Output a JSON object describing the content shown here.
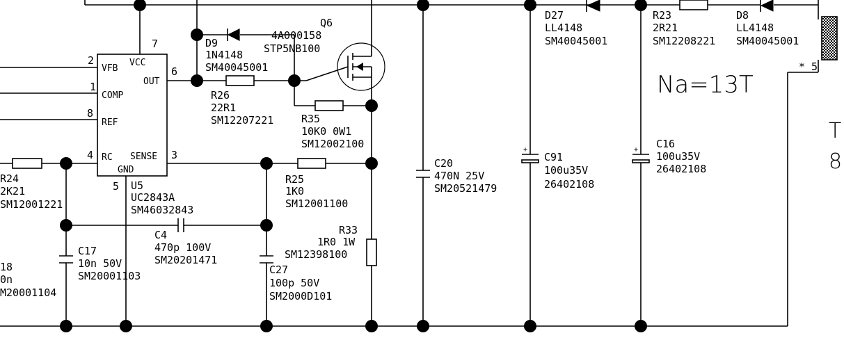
{
  "u5": {
    "ref": "U5",
    "part": "UC2843A",
    "code": "SM46032843",
    "pins": {
      "vfb_num": "2",
      "vfb": "VFB",
      "comp_num": "1",
      "comp": "COMP",
      "ref_num": "8",
      "ref": "REF",
      "rc_num": "4",
      "rc": "RC",
      "vcc_num": "7",
      "vcc": "VCC",
      "out_num": "6",
      "out": "OUT",
      "sense_num": "3",
      "sense": "SENSE",
      "gnd_num": "5",
      "gnd": "GND"
    }
  },
  "components": {
    "d9": {
      "ref": "D9",
      "part": "1N4148",
      "code": "SM40045001"
    },
    "q6": {
      "ref": "Q6",
      "code": "4A000158",
      "part": "STP5NB100"
    },
    "r26": {
      "ref": "R26",
      "value": "22R1",
      "code": "SM12207221"
    },
    "r35": {
      "ref": "R35",
      "value": "10K0  0W1",
      "code": "SM12002100"
    },
    "r24": {
      "ref": "R24",
      "value": "2K21",
      "code": "SM12001221"
    },
    "r25": {
      "ref": "R25",
      "value": "1K0",
      "code": "SM12001100"
    },
    "r33": {
      "ref": "R33",
      "value": "1R0  1W",
      "code": "SM12398100"
    },
    "c4": {
      "ref": "C4",
      "value": "470p  100V",
      "code": "SM20201471"
    },
    "c17": {
      "ref": "C17",
      "value": "10n  50V",
      "code": "SM20001103"
    },
    "c27": {
      "ref": "C27",
      "value": "100p  50V",
      "code": "SM2000D101"
    },
    "c18": {
      "ref": "18",
      "value": "0n",
      "code": "M20001104"
    },
    "c20": {
      "ref": "C20",
      "value": "470N  25V",
      "code": "SM20521479"
    },
    "c91": {
      "ref": "C91",
      "value": "100u35V",
      "code": "26402108"
    },
    "c16": {
      "ref": "C16",
      "value": "100u35V",
      "code": "26402108"
    },
    "d27": {
      "ref": "D27",
      "part": "LL4148",
      "code": "SM40045001"
    },
    "r23": {
      "ref": "R23",
      "value": "2R21",
      "code": "SM12208221"
    },
    "d8": {
      "ref": "D8",
      "part": "LL4148",
      "code": "SM40045001"
    }
  },
  "transformer": {
    "winding_label": "Na=13T",
    "pin_mark": "* 5",
    "edge_letter": "T",
    "edge_digit": "8"
  },
  "colors": {
    "ink": "#000000",
    "paper": "#ffffff"
  }
}
